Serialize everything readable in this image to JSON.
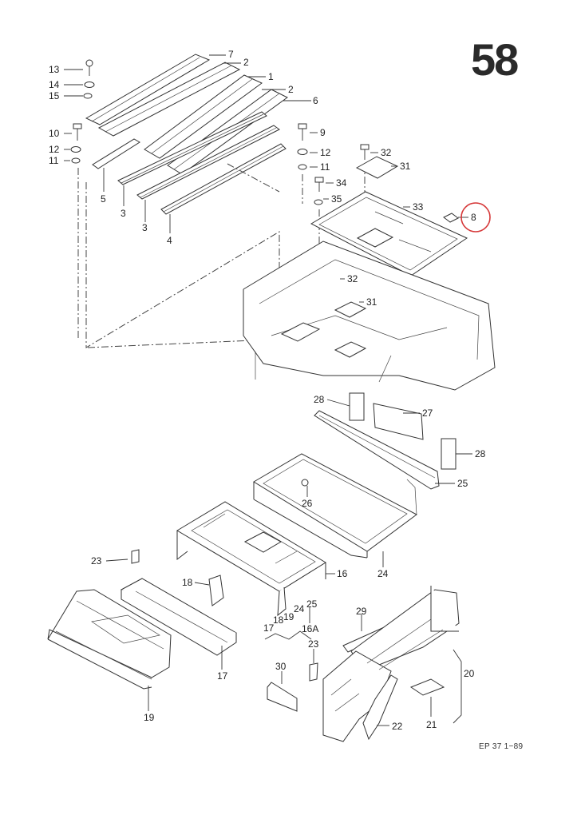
{
  "page": {
    "number": "58",
    "footer": "EP 37  1−89"
  },
  "callouts": {
    "c1": "1",
    "c2a": "2",
    "c2b": "2",
    "c3a": "3",
    "c3b": "3",
    "c4": "4",
    "c5": "5",
    "c6": "6",
    "c7": "7",
    "c8": "8",
    "c9": "9",
    "c10": "10",
    "c11a": "11",
    "c11b": "11",
    "c12a": "12",
    "c12b": "12",
    "c13": "13",
    "c14": "14",
    "c15": "15",
    "c16": "16",
    "c16A": "16A",
    "c17a": "17",
    "c17b": "17",
    "c18a": "18",
    "c18b": "18",
    "c19a": "19",
    "c19b": "19",
    "c20": "20",
    "c21": "21",
    "c22": "22",
    "c23a": "23",
    "c23b": "23",
    "c24a": "24",
    "c24b": "24",
    "c25a": "25",
    "c25b": "25",
    "c26": "26",
    "c27": "27",
    "c28a": "28",
    "c28b": "28",
    "c29": "29",
    "c30": "30",
    "c31a": "31",
    "c31b": "31",
    "c32a": "32",
    "c32b": "32",
    "c33": "33",
    "c34": "34",
    "c35": "35"
  },
  "highlight": {
    "color": "#d6393a",
    "callout": "8"
  }
}
